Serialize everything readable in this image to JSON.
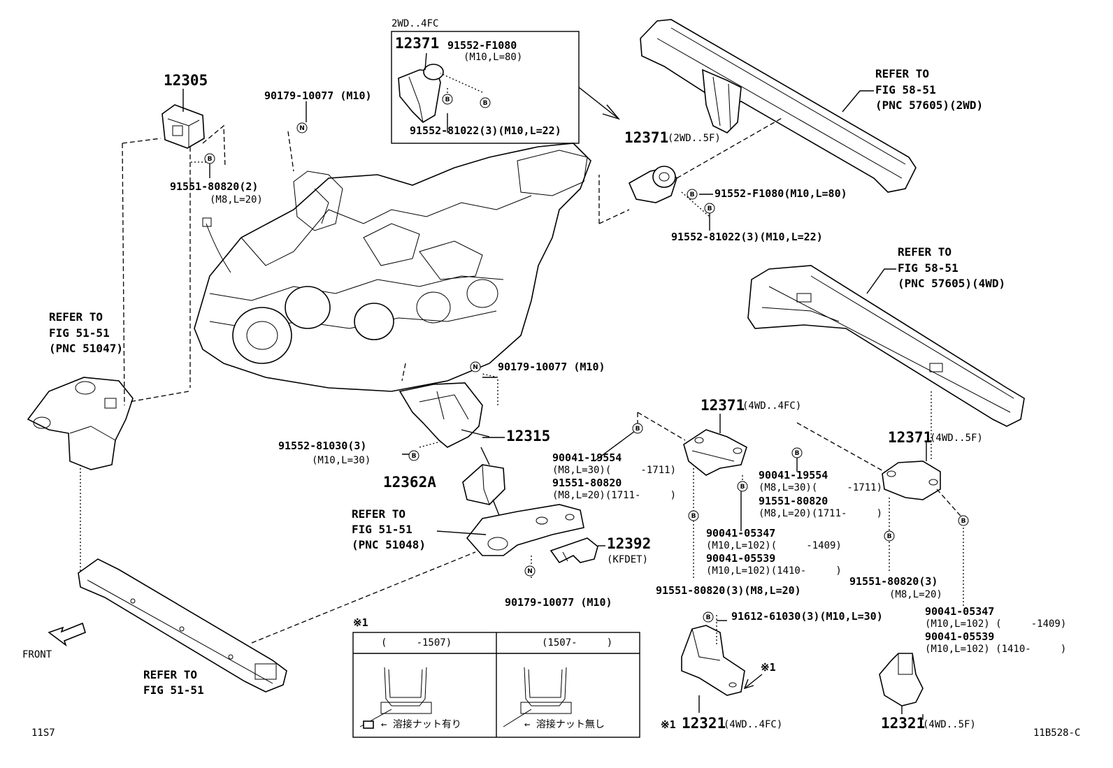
{
  "callouts": {
    "c12305": "12305",
    "c90179_top": "90179-10077 (M10)",
    "c2wd4fc": "2WD..4FC",
    "c12371_box": "12371",
    "c91552f1080_box": "91552-F1080",
    "c91552f1080_box_spec": "(M10,L=80)",
    "c91552_81022_box": "91552-81022(3)(M10,L=22)",
    "c12371_2wd5f": "12371",
    "c12371_2wd5f_note": "(2WD..5F)",
    "c91552f1080_right": "91552-F1080(M10,L=80)",
    "c91552_81022_right": "91552-81022(3)(M10,L=22)",
    "c91551_80820_2": "91551-80820(2)",
    "c91551_80820_2_spec": "(M8,L=20)",
    "c90179_mid": "90179-10077 (M10)",
    "c91552_81030": "91552-81030(3)",
    "c91552_81030_spec": "(M10,L=30)",
    "c12315": "12315",
    "c12362a": "12362A",
    "c12392": "12392",
    "c12392_note": "(KFDET)",
    "c90179_bot": "90179-10077 (M10)",
    "c12371_4wd4fc": "12371",
    "c12371_4wd4fc_note": "(4WD..4FC)",
    "c12371_4wd5f": "12371",
    "c12371_4wd5f_note": "(4WD..5F)",
    "c90041_19554_l": "90041-19554",
    "c90041_19554_l_spec": "(M8,L=30)(     -1711)",
    "c91551_80820_l": "91551-80820",
    "c91551_80820_l_spec": "(M8,L=20)(1711-     )",
    "c90041_19554_r": "90041-19554",
    "c90041_19554_r_spec": "(M8,L=30)(     -1711)",
    "c91551_80820_r": "91551-80820",
    "c91551_80820_r_spec": "(M8,L=20)(1711-     )",
    "c90041_05347_m": "90041-05347",
    "c90041_05347_m_spec": "(M10,L=102)(     -1409)",
    "c90041_05539_m": "90041-05539",
    "c90041_05539_m_spec": "(M10,L=102)(1410-     )",
    "c91551_80820_3m": "91551-80820(3)(M8,L=20)",
    "c91551_80820_3r": "91551-80820(3)",
    "c91551_80820_3r_spec": "(M8,L=20)",
    "c90041_05347_r": "90041-05347",
    "c90041_05347_r_spec": "(M10,L=102) (     -1409)",
    "c90041_05539_r": "90041-05539",
    "c90041_05539_r_spec": "(M10,L=102) (1410-     )",
    "c91612": "91612-61030(3)(M10,L=30)",
    "c12321_4fc": "12321",
    "c12321_4fc_note": "(4WD..4FC)",
    "c12321_4fc_mark": "※1",
    "c12321_5f": "12321",
    "c12321_5f_note": "(4WD..5F)",
    "star_mark": "※1"
  },
  "refs": {
    "r_top_right": [
      "REFER TO",
      "FIG 58-51",
      "(PNC 57605)(2WD)"
    ],
    "r_mid_right": [
      "REFER TO",
      "FIG 58-51",
      "(PNC 57605)(4WD)"
    ],
    "r_left": [
      "REFER TO",
      "FIG 51-51",
      "(PNC 51047)"
    ],
    "r_center": [
      "REFER TO",
      "FIG 51-51",
      "(PNC 51048)"
    ],
    "r_bottom": [
      "REFER TO",
      "FIG 51-51"
    ]
  },
  "inset": {
    "mark": "※1",
    "col1_header": "(     -1507)",
    "col2_header": "(1507-     )",
    "col1_caption": "← 溶接ナット有り",
    "col2_caption": "← 溶接ナット無し"
  },
  "front_label": "FRONT",
  "footer_left": "11S7",
  "footer_right": "11B528-C",
  "markers": {
    "b": "B",
    "n": "N"
  }
}
